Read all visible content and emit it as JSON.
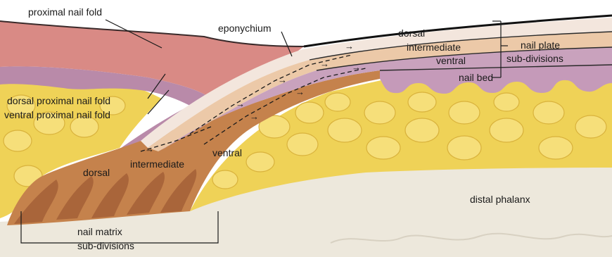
{
  "labels": {
    "proximal_nail_fold": "proximal nail fold",
    "eponychium": "eponychium",
    "dorsal_plate": "dorsal",
    "intermediate_plate": "intermediate",
    "ventral_plate": "ventral",
    "nail_plate": "nail plate",
    "sub_divisions_plate": "sub-divisions",
    "nail_bed": "nail bed",
    "dorsal_proximal_nail_fold": "dorsal proximal nail fold",
    "ventral_proximal_nail_fold": "ventral proximal nail fold",
    "ventral_matrix": "ventral",
    "intermediate_matrix": "intermediate",
    "dorsal_matrix": "dorsal",
    "distal_phalanx": "distal phalanx",
    "nail_matrix": "nail matrix",
    "sub_divisions_matrix": "sub-divisions"
  },
  "colors": {
    "skin": "#d98a85",
    "fold_purple": "#b98aa9",
    "fat_yellow": "#efd257",
    "fat_dark": "#d9b23c",
    "matrix_brown": "#c5824c",
    "matrix_dark": "#a9653a",
    "bone": "#ede8dc",
    "plate_dorsal": "#f3e6dd",
    "plate_intermediate": "#ecc9a8",
    "plate_ventral": "#c9a2bd"
  }
}
